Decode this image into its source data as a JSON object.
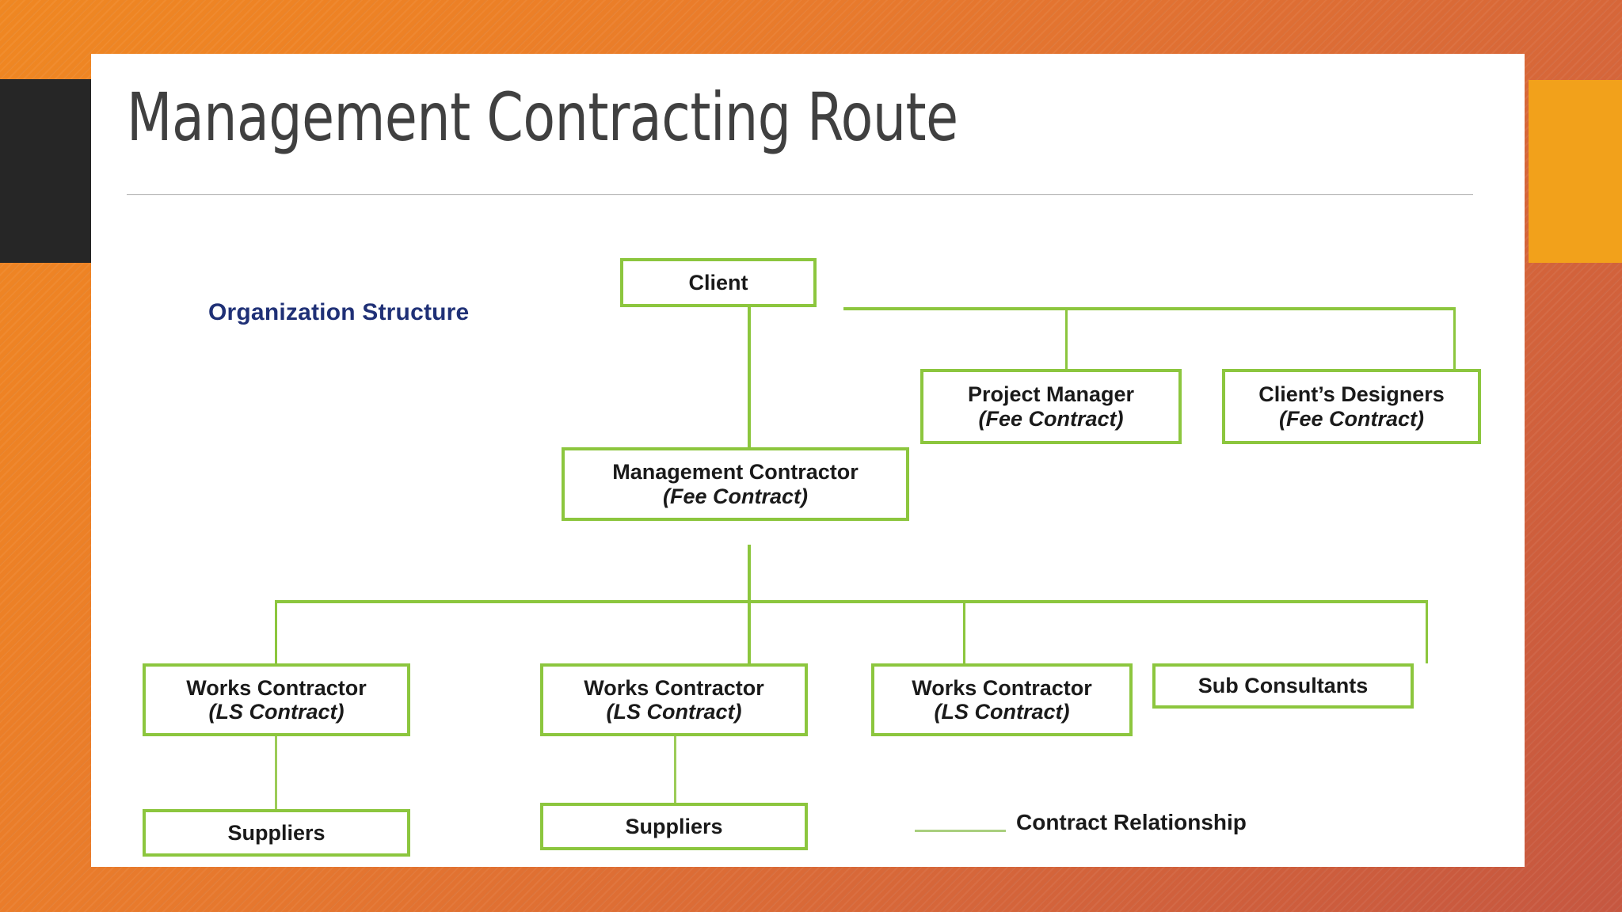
{
  "slide": {
    "title": "Management Contracting Route",
    "section_heading": "Organization Structure",
    "accent_green": "#8cc63e",
    "heading_navy": "#1f3076",
    "title_gray": "#404040",
    "background_orange": "#ef8722",
    "background_orange_dark": "#c65740",
    "block_dark": "#262626",
    "block_amber": "#f2a11b",
    "panel_white": "#ffffff"
  },
  "chart_data": {
    "type": "diagram",
    "subtype": "organization-chart",
    "title": "Organization Structure",
    "legend": {
      "label": "Contract Relationship",
      "line_color": "#a9cf7e"
    },
    "nodes": [
      {
        "id": "client",
        "line1": "Client",
        "line2": "",
        "level": 0
      },
      {
        "id": "project_mgr",
        "line1": "Project Manager",
        "line2": "(Fee Contract)",
        "level": 1
      },
      {
        "id": "designers",
        "line1": "Client’s Designers",
        "line2": "(Fee Contract)",
        "level": 1
      },
      {
        "id": "mgmt_contr",
        "line1": "Management Contractor",
        "line2": "(Fee Contract)",
        "level": 1
      },
      {
        "id": "works_1",
        "line1": "Works Contractor",
        "line2": "(LS Contract)",
        "level": 2
      },
      {
        "id": "works_2",
        "line1": "Works Contractor",
        "line2": "(LS Contract)",
        "level": 2
      },
      {
        "id": "works_3",
        "line1": "Works Contractor",
        "line2": "(LS Contract)",
        "level": 2
      },
      {
        "id": "sub_cons",
        "line1": "Sub Consultants",
        "line2": "",
        "level": 2
      },
      {
        "id": "suppliers_1",
        "line1": "Suppliers",
        "line2": "",
        "level": 3
      },
      {
        "id": "suppliers_2",
        "line1": "Suppliers",
        "line2": "",
        "level": 3
      }
    ],
    "edges": [
      {
        "from": "client",
        "to": "project_mgr",
        "relation": "Contract Relationship"
      },
      {
        "from": "client",
        "to": "designers",
        "relation": "Contract Relationship"
      },
      {
        "from": "client",
        "to": "mgmt_contr",
        "relation": "Contract Relationship"
      },
      {
        "from": "mgmt_contr",
        "to": "works_1",
        "relation": "Contract Relationship"
      },
      {
        "from": "mgmt_contr",
        "to": "works_2",
        "relation": "Contract Relationship"
      },
      {
        "from": "mgmt_contr",
        "to": "works_3",
        "relation": "Contract Relationship"
      },
      {
        "from": "mgmt_contr",
        "to": "sub_cons",
        "relation": "Contract Relationship"
      },
      {
        "from": "works_1",
        "to": "suppliers_1",
        "relation": "Contract Relationship"
      },
      {
        "from": "works_2",
        "to": "suppliers_2",
        "relation": "Contract Relationship"
      }
    ]
  }
}
